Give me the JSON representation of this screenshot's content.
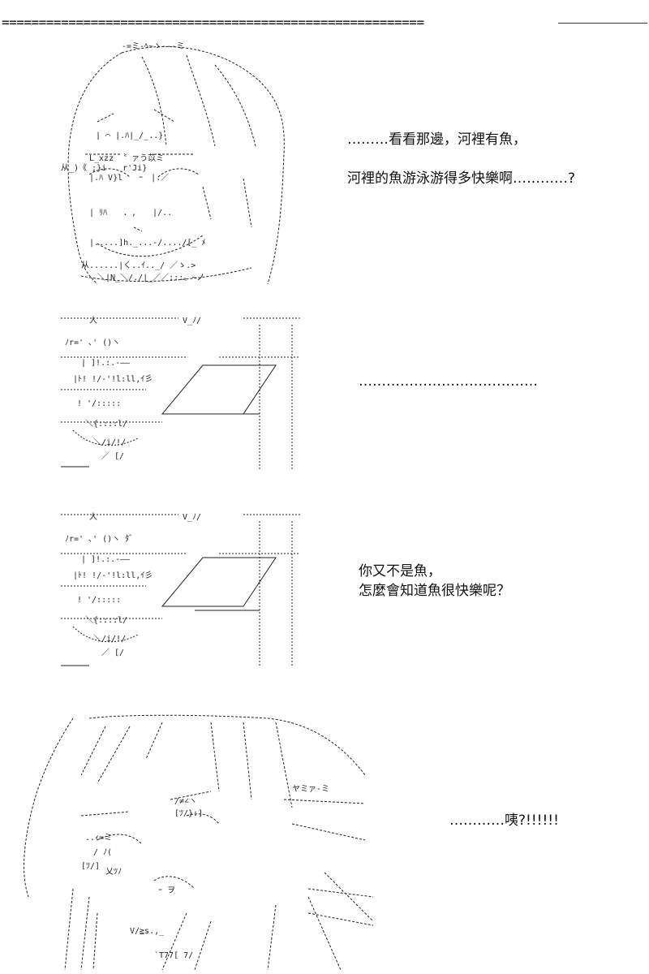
{
  "header": {
    "divider_text": "========================================================="
  },
  "panels": [
    {
      "caption_lines": [
        "………看看那邊，河裡有魚，",
        "",
        "河裡的魚游泳游得多快樂啊…………?"
      ]
    },
    {
      "caption_lines": [
        "…………………………………"
      ]
    },
    {
      "caption_lines": [
        "你又不是魚，",
        "怎麼會知道魚很快樂呢？"
      ]
    },
    {
      "caption_lines": [
        "…………咦?!!!!!!"
      ]
    }
  ]
}
